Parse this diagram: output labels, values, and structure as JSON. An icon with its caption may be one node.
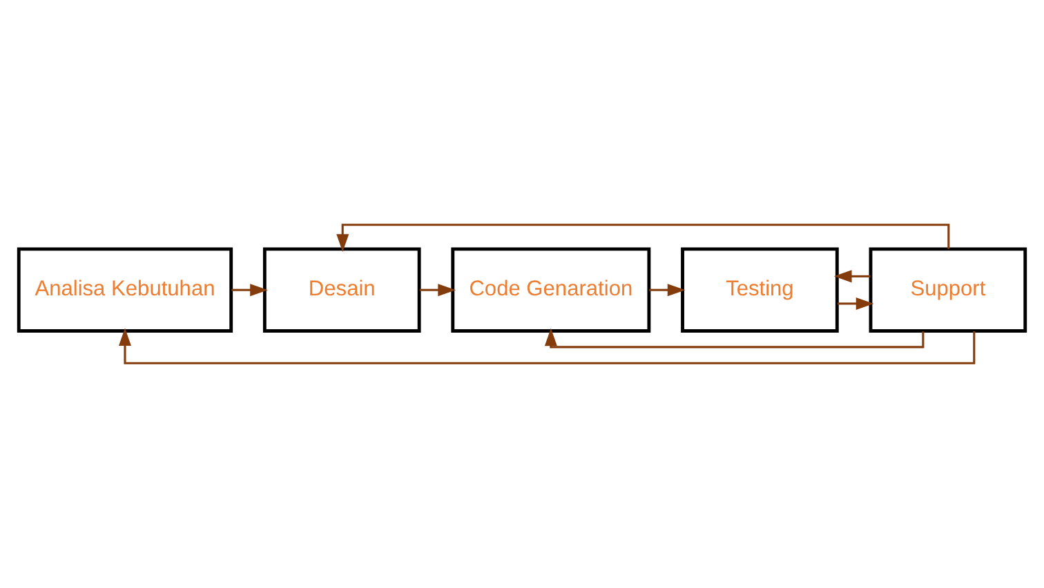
{
  "diagram": {
    "nodes": [
      {
        "text": [
          "Analisa Kebutuhan"
        ]
      },
      {
        "text": [
          "Desain"
        ]
      },
      {
        "text": [
          "Code Genaration"
        ]
      },
      {
        "text": [
          "Testing"
        ]
      },
      {
        "text": [
          "Support"
        ]
      }
    ],
    "edges": [
      {
        "from": 0,
        "to": 1,
        "arrow": "to"
      },
      {
        "from": 1,
        "to": 2,
        "arrow": "to"
      },
      {
        "from": 2,
        "to": 3,
        "arrow": "to"
      },
      {
        "from": 3,
        "to": 4,
        "arrow": "to"
      },
      {
        "from": 4,
        "to": 0,
        "arrow": "to"
      },
      {
        "from": 4,
        "to": 1,
        "arrow": "to"
      },
      {
        "from": 4,
        "to": 2,
        "arrow": "to"
      },
      {
        "from": 4,
        "to": 3,
        "arrow": "to"
      }
    ]
  }
}
